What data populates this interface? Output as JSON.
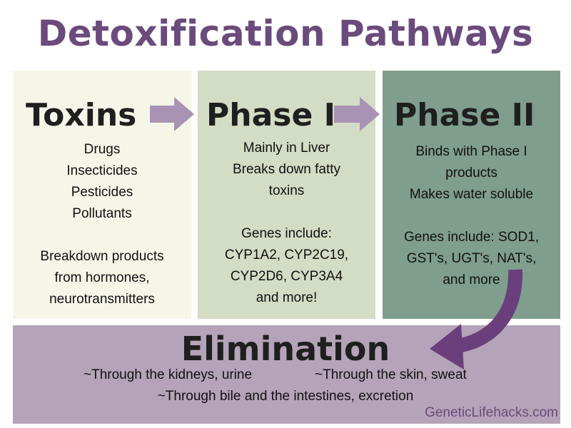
{
  "title": "Detoxification Pathways",
  "toxins": {
    "heading": "Toxins",
    "lines_a": [
      "Drugs",
      "Insecticides",
      "Pesticides",
      "Pollutants"
    ],
    "lines_b": [
      "Breakdown products",
      "from hormones,",
      "neurotransmitters"
    ]
  },
  "phase1": {
    "heading": "Phase I",
    "lines_a": [
      "Mainly in Liver",
      "Breaks down fatty",
      "toxins"
    ],
    "lines_b": [
      "Genes include:",
      "CYP1A2, CYP2C19,",
      "CYP2D6, CYP3A4",
      "and more!"
    ]
  },
  "phase2": {
    "heading": "Phase II",
    "lines_a": [
      "Binds with Phase I",
      "products",
      "Makes water soluble"
    ],
    "lines_b": [
      "Genes include:  SOD1,",
      "GST's, UGT's, NAT's,",
      "and more"
    ]
  },
  "elimination": {
    "heading": "Elimination",
    "routes": [
      "~Through the kidneys, urine",
      "~Through the skin, sweat",
      "~Through bile and the intestines, excretion"
    ]
  },
  "credit": "GeneticLifehacks.com",
  "colors": {
    "title": "#6b4a7c",
    "arrow_light": "#a993b4",
    "arrow_dark": "#6b3f7c",
    "toxins_bg": "#f6f6e8",
    "phase1_bg": "#d3dcc4",
    "phase2_bg": "#7f9e8d",
    "elimination_bg": "#b5a3b9"
  }
}
